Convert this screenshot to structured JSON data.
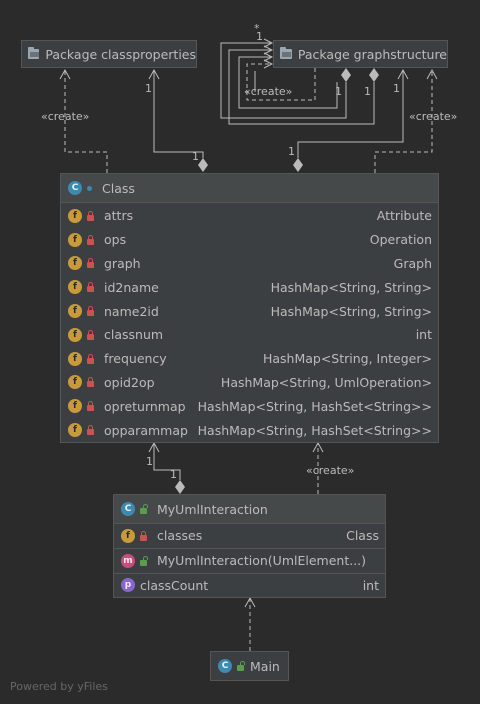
{
  "packages": {
    "classproperties": "Package classproperties",
    "graphstructure": "Package graphstructure"
  },
  "class_node": {
    "title": "Class",
    "fields": [
      {
        "name": "attrs",
        "type": "Attribute"
      },
      {
        "name": "ops",
        "type": "Operation"
      },
      {
        "name": "graph",
        "type": "Graph"
      },
      {
        "name": "id2name",
        "type": "HashMap<String, String>"
      },
      {
        "name": "name2id",
        "type": "HashMap<String, String>"
      },
      {
        "name": "classnum",
        "type": "int"
      },
      {
        "name": "frequency",
        "type": "HashMap<String, Integer>"
      },
      {
        "name": "opid2op",
        "type": "HashMap<String, UmlOperation>"
      },
      {
        "name": "opreturnmap",
        "type": "HashMap<String, HashSet<String>>"
      },
      {
        "name": "opparammap",
        "type": "HashMap<String, HashSet<String>>"
      }
    ]
  },
  "interaction_node": {
    "title": "MyUmlInteraction",
    "field": {
      "name": "classes",
      "type": "Class"
    },
    "method": "MyUmlInteraction(UmlElement...)",
    "property": {
      "name": "classCount",
      "type": "int"
    }
  },
  "main_node": {
    "title": "Main"
  },
  "edge_labels": {
    "create": "«create»",
    "one": "1",
    "many": "*"
  },
  "icons": {
    "class": "class-icon",
    "field": "field-icon",
    "method": "method-icon",
    "property": "property-icon",
    "package": "folder-icon"
  },
  "footer": "Powered by yFiles"
}
